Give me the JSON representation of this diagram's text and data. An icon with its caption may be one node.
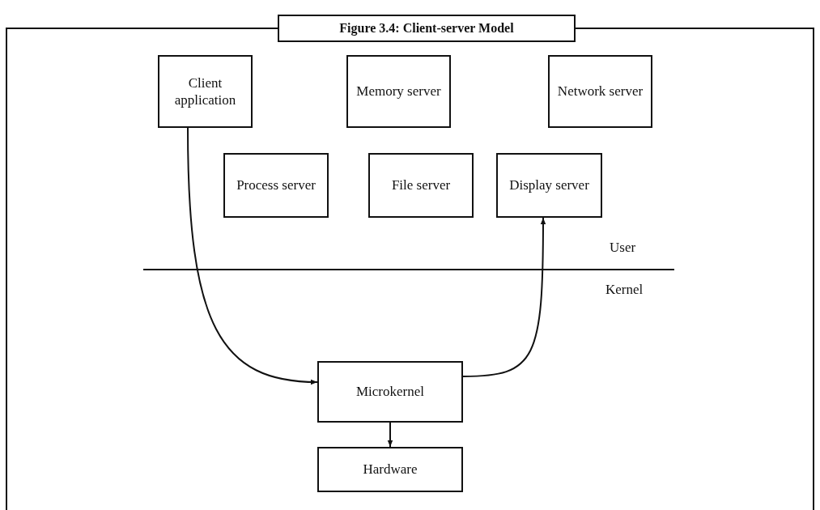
{
  "diagram": {
    "title": "Figure 3.4: Client-server Model",
    "nodes": [
      {
        "text": [
          "Client application"
        ]
      },
      {
        "text": [
          "Memory server"
        ]
      },
      {
        "text": [
          "Network server"
        ]
      },
      {
        "text": [
          "Process server"
        ]
      },
      {
        "text": [
          "File server"
        ]
      },
      {
        "text": [
          "Display server"
        ]
      },
      {
        "text": [
          "Microkernel"
        ]
      },
      {
        "text": [
          "Hardware"
        ]
      }
    ],
    "edges": [
      {
        "from": 0,
        "to": 6,
        "arrow": "to"
      },
      {
        "from": 6,
        "to": 5,
        "arrow": "to"
      },
      {
        "from": 6,
        "to": 7,
        "arrow": "to"
      }
    ],
    "labels": [
      "User",
      "Kernel"
    ]
  }
}
